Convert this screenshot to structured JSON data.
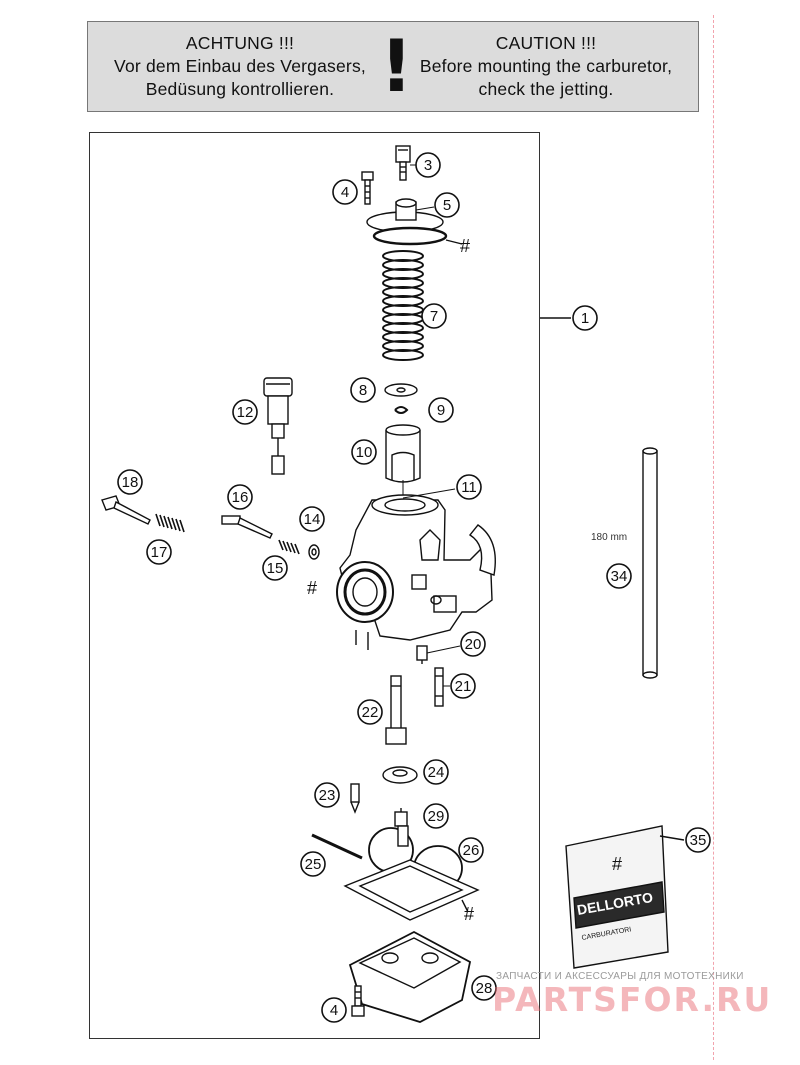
{
  "warning": {
    "de": {
      "title": "ACHTUNG !!!",
      "line1": "Vor dem Einbau des Vergasers,",
      "line2": "Bedüsung kontrollieren."
    },
    "en": {
      "title": "CAUTION !!!",
      "line1": "Before mounting the carburetor,",
      "line2": "check the jetting."
    },
    "mark": "!"
  },
  "callouts": [
    "1",
    "3",
    "4",
    "5",
    "7",
    "8",
    "9",
    "10",
    "11",
    "12",
    "14",
    "15",
    "16",
    "17",
    "18",
    "20",
    "21",
    "22",
    "23",
    "24",
    "25",
    "26",
    "28",
    "29",
    "34",
    "35",
    "4"
  ],
  "hash_symbol": "#",
  "tube_length_label": "180 mm",
  "packet_label": "DELLORTO",
  "packet_sub": "CARBURATORI",
  "packet_hash": "#",
  "watermark": {
    "tagline": "ЗАПЧАСТИ И АКСЕССУАРЫ ДЛЯ МОТОТЕХНИКИ",
    "logo": "PARTSFOR.RU"
  },
  "colors": {
    "warning_bg": "#dcdcdc",
    "watermark": "#e65f69",
    "margin_line": "#f2a3ad"
  }
}
